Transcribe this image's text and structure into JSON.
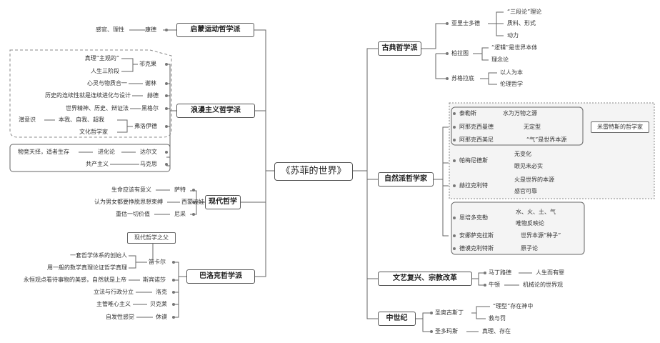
{
  "central": "《苏菲的世界》",
  "left": {
    "enlightenment": {
      "label": "启蒙运动哲学派",
      "kant": "康德",
      "kant_note": "感官、理性"
    },
    "romantic": {
      "label": "浪漫主义哲学派",
      "locke": "祁克果",
      "locke_1": "真理“主观的”",
      "locke_2": "人生三阶段",
      "schelling": "谢林",
      "schelling_1": "心灵与物质合一",
      "herder": "赫德",
      "herder_1": "历史的连续性就是连续进化与设计",
      "hegel": "黑格尔",
      "hegel_1": "世界精神、历史、辩证法",
      "freud": "弗洛伊德",
      "freud_1": "潜意识",
      "freud_2": "本我、自我、超我",
      "freud_3": "文化哲学家",
      "darwin": "达尔文",
      "darwin_1": "物竞天择，适者生存",
      "darwin_2": "进化论",
      "marx": "马克思",
      "marx_1": "共产主义"
    },
    "modern": {
      "label": "现代哲学",
      "sartre": "萨特",
      "sartre_1": "生命应该有意义",
      "beauvoir": "西蒙波娃",
      "beauvoir_1": "认为男女都要挣脱思想束缚",
      "nietzsche": "尼采",
      "nietzsche_1": "重估一切价值"
    },
    "baroque": {
      "label": "巴洛克哲学派",
      "callout": "现代哲学之父",
      "descartes": "笛卡尔",
      "descartes_1": "一套哲学体系的创始人",
      "descartes_2": "用一般的数学真理论证哲学真理",
      "spinoza": "斯宾诺莎",
      "spinoza_1": "永恒观点看待事物的美感，自然就是上帝",
      "locke": "洛克",
      "locke_1": "立法与行政分立",
      "berkeley": "贝克莱",
      "berkeley_1": "主管唯心主义",
      "hume": "休谟",
      "hume_1": "自发性感觉"
    }
  },
  "right": {
    "classical": {
      "label": "古典哲学派",
      "aristotle": "亚里士多德",
      "aristotle_1": "“三段论”理论",
      "aristotle_2": "质料、形式",
      "aristotle_3": "动力",
      "plato": "柏拉图",
      "plato_1": "“逻辑”是世界本体",
      "plato_2": "理念论",
      "socrates": "苏格拉底",
      "socrates_1": "以人为本",
      "socrates_2": "伦理哲学"
    },
    "natural": {
      "label": "自然派哲学家",
      "callout": "米雷特斯的哲学家",
      "thales": "泰勒斯",
      "thales_1": "水为万物之源",
      "anaximander": "阿那克西曼德",
      "anaximander_1": "无定型",
      "anaximenes": "阿那克西美尼",
      "anaximenes_1": "“气”是世界本源",
      "parmenides": "帕梅尼德斯",
      "parmenides_1": "无变化",
      "parmenides_2": "眼见未必实",
      "heraclitus": "赫拉克利特",
      "heraclitus_1": "火是世界的本源",
      "heraclitus_2": "感官可靠",
      "empedocles": "恩培多克勒",
      "empedocles_1": "水、火、土、气",
      "empedocles_2": "唯物反映论",
      "anaxagoras": "安娜萨克拉斯",
      "anaxagoras_1": "世界本源“种子”",
      "democritus": "德谟克利特斯",
      "democritus_1": "原子论"
    },
    "renaissance": {
      "label": "文艺复兴、宗教改革",
      "luther": "马丁路德",
      "luther_1": "人生而有罪",
      "newton": "牛顿",
      "newton_1": "机械论的世界观"
    },
    "medieval": {
      "label": "中世纪",
      "augustine": "圣奥古斯丁",
      "augustine_1": "“理型”存在神中",
      "augustine_2": "救与罚",
      "aquinas": "圣多玛斯",
      "aquinas_1": "真理、存在"
    }
  }
}
